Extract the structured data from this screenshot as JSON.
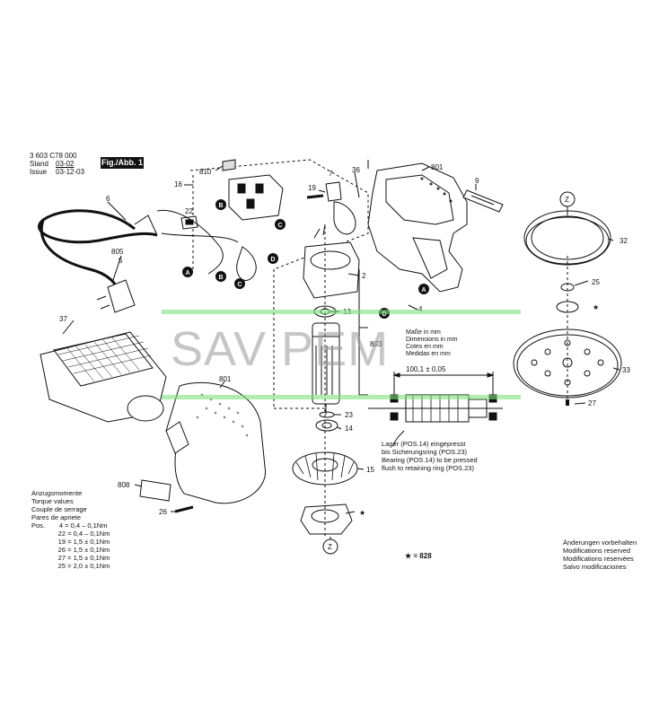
{
  "header": {
    "doc_number": "3 603 C78 000",
    "stand_label": "Stand",
    "stand_date": "03-02",
    "issue_label": "Issue",
    "issue_date": "03-12-03",
    "fig_label": "Fig./Abb. 1"
  },
  "watermark": {
    "text": "SAV PEM"
  },
  "part_labels": [
    "810",
    "16",
    "22",
    "6",
    "805",
    "5",
    "7",
    "19",
    "36",
    "801",
    "9",
    "2",
    "13",
    "803",
    "23",
    "14",
    "15",
    "4",
    "37",
    "801",
    "808",
    "26",
    "32",
    "25",
    "33",
    "27",
    "Z",
    "Z"
  ],
  "connector_letters": [
    "A",
    "B",
    "C",
    "A",
    "B",
    "C",
    "D",
    "D"
  ],
  "dimensions": {
    "lines": [
      "Maße in mm",
      "Dimensions in mm",
      "Cotes en mm",
      "Medidas en mm"
    ],
    "value": "100,1 ± 0,05"
  },
  "bearing_note": {
    "lines": [
      "Lager (POS.14) eingepresst",
      "bis Sicherungsring (POS.23)",
      "Bearing (POS.14) to be pressed",
      "flush to retaining ring (POS.23)"
    ]
  },
  "star_note": {
    "symbol": "★",
    "text": "= 828"
  },
  "torque": {
    "headings": [
      "Anzugsmomente",
      "Torque values",
      "Couple de serrage",
      "Pares de apriete"
    ],
    "pos_label": "Pos.",
    "rows": [
      {
        "pos": "4",
        "value": "0,4 – 0,1Nm"
      },
      {
        "pos": "22",
        "value": "0,4 – 0,1Nm"
      },
      {
        "pos": "19",
        "value": "1,5 ± 0,1Nm"
      },
      {
        "pos": "26",
        "value": "1,5 ± 0,1Nm"
      },
      {
        "pos": "27",
        "value": "1,5 ± 0,1Nm"
      },
      {
        "pos": "25",
        "value": "2,0 ± 0,1Nm"
      }
    ]
  },
  "modifications": {
    "lines": [
      "Änderungen vorbehalten",
      "Modifications reserved",
      "Modifications reservées",
      "Salvo modificaciones"
    ]
  }
}
